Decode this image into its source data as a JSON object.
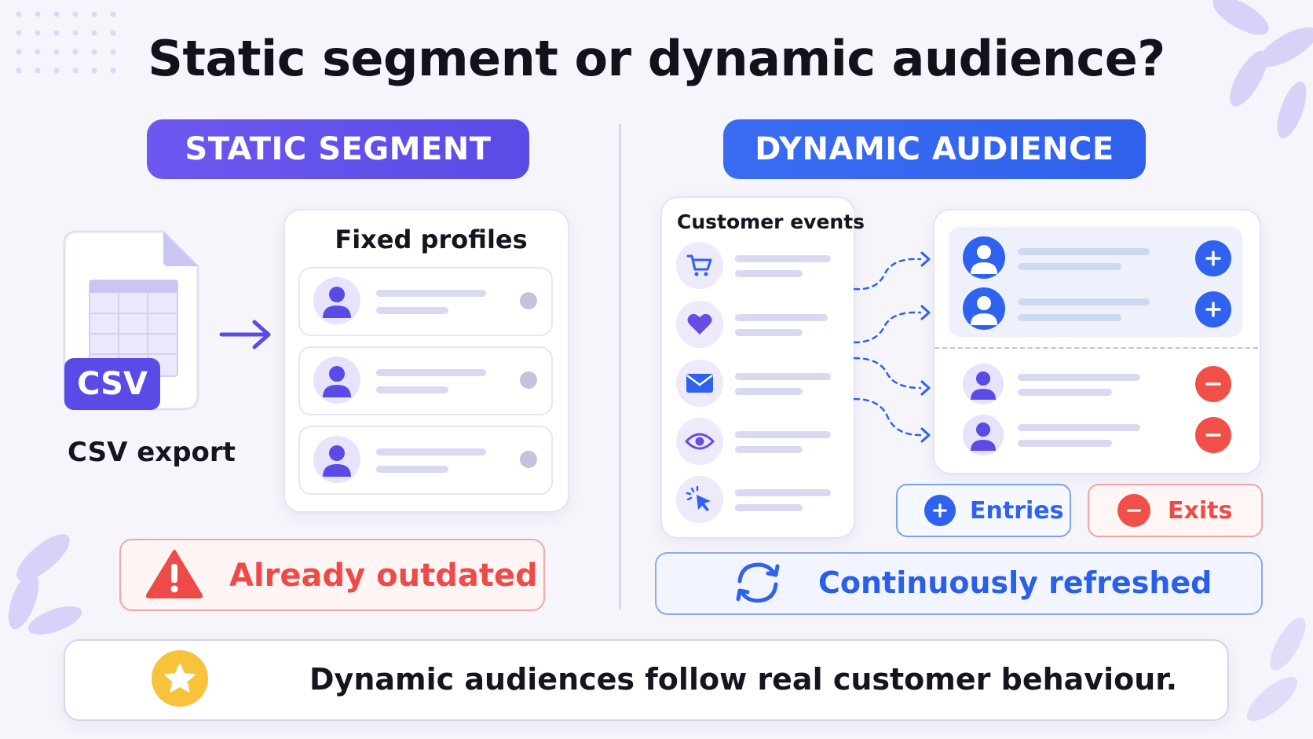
{
  "title": "Static segment or dynamic audience?",
  "static": {
    "header": "STATIC SEGMENT",
    "csv_badge": "CSV",
    "csv_label": "CSV export",
    "profiles_title": "Fixed profiles",
    "warning": "Already outdated",
    "colors": {
      "accent": "#5a4be6",
      "warning": "#ee4a48"
    }
  },
  "dynamic": {
    "header": "DYNAMIC AUDIENCE",
    "events_title": "Customer events",
    "event_icons": [
      "cart-icon",
      "heart-icon",
      "mail-icon",
      "eye-icon",
      "click-icon"
    ],
    "entries_label": "Entries",
    "exits_label": "Exits",
    "refresh_label": "Continuously refreshed",
    "colors": {
      "accent": "#2f62ee",
      "exit": "#f05048"
    }
  },
  "footer": {
    "text": "Dynamic audiences follow real customer behaviour.",
    "icon": "star-icon"
  }
}
